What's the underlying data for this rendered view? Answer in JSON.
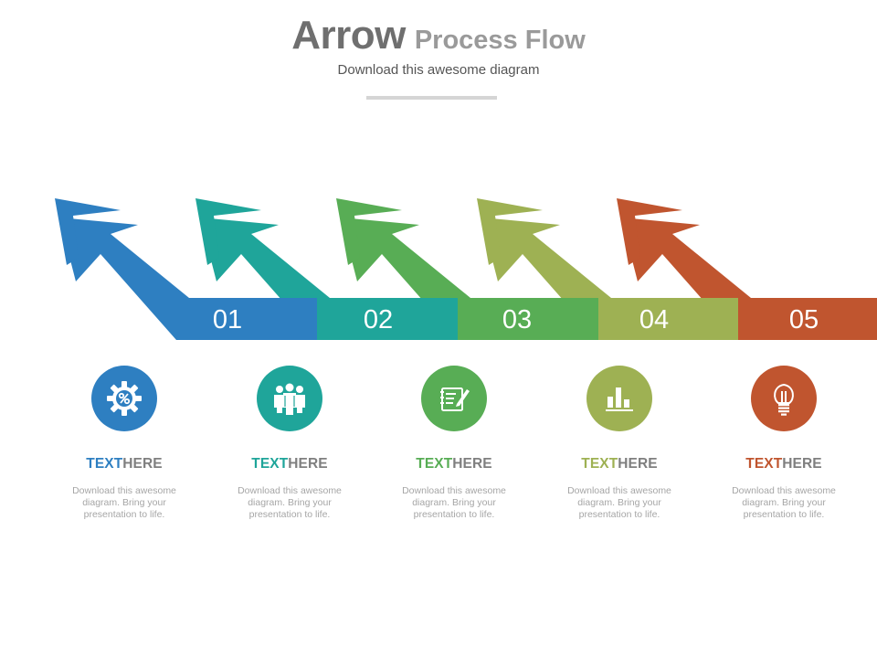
{
  "header": {
    "title_main": "Arrow",
    "title_sub": "Process Flow",
    "subtitle": "Download this awesome diagram"
  },
  "steps": [
    {
      "number": "01",
      "color": "#2e7fc1",
      "icon": "gear-percent-icon",
      "heading_colored": "TEXT",
      "heading_rest": "HERE",
      "description": "Download this awesome diagram. Bring your presentation to life."
    },
    {
      "number": "02",
      "color": "#1fa59a",
      "icon": "team-icon",
      "heading_colored": "TEXT",
      "heading_rest": "HERE",
      "description": "Download this awesome diagram. Bring your presentation to life."
    },
    {
      "number": "03",
      "color": "#58ad55",
      "icon": "notepad-pen-icon",
      "heading_colored": "TEXT",
      "heading_rest": "HERE",
      "description": "Download this awesome diagram. Bring your presentation to life."
    },
    {
      "number": "04",
      "color": "#9eb153",
      "icon": "bar-chart-icon",
      "heading_colored": "TEXT",
      "heading_rest": "HERE",
      "description": "Download this awesome diagram. Bring your presentation to life."
    },
    {
      "number": "05",
      "color": "#c0552f",
      "icon": "light-bulb-icon",
      "heading_colored": "TEXT",
      "heading_rest": "HERE",
      "description": "Download this awesome diagram. Bring your presentation to life."
    }
  ]
}
